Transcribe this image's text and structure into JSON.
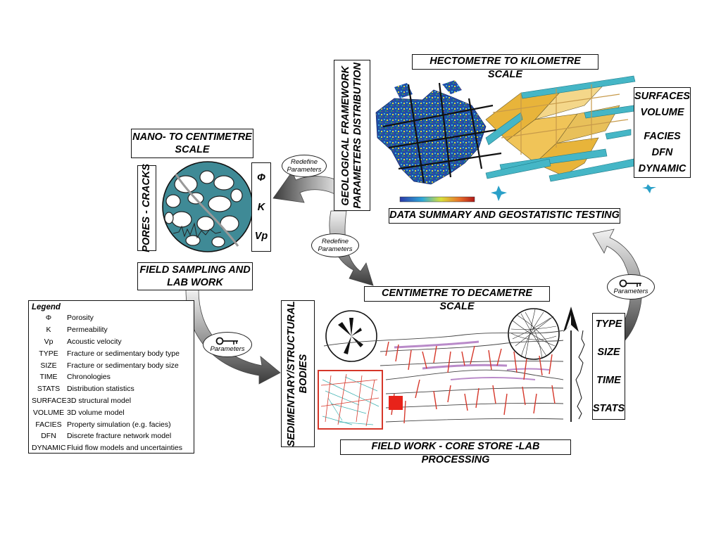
{
  "titles": {
    "hecto": "HECTOMETRE TO KILOMETRE SCALE",
    "nano_line1": "NANO- TO CENTIMETRE",
    "nano_line2": "SCALE",
    "centi": "CENTIMETRE TO DECAMETRE SCALE",
    "data_summary": "DATA SUMMARY AND GEOSTATISTIC TESTING",
    "field_work": "FIELD WORK - CORE STORE -LAB PROCESSING",
    "field_sampling_line1": "FIELD SAMPLING AND",
    "field_sampling_line2": "LAB WORK"
  },
  "vertical_labels": {
    "pores": "PORES - CRACKS",
    "geo_line1": "GEOLOGICAL FRAMEWORK",
    "geo_line2": "PARAMETERS DISTRIBUTION",
    "sed_line1": "SEDIMENTARY/STRUCTURAL",
    "sed_line2": "BODIES"
  },
  "params_nano": [
    "Φ",
    "K",
    "Vp"
  ],
  "params_right_top": [
    "SURFACES",
    "VOLUME",
    "FACIES",
    "DFN",
    "DYNAMIC"
  ],
  "params_right_bottom": [
    "TYPE",
    "SIZE",
    "TIME",
    "STATS"
  ],
  "arrows": {
    "redefine1_line1": "Redefine",
    "redefine1_line2": "Parameters",
    "redefine2_line1": "Redefine",
    "redefine2_line2": "Parameters",
    "parameters_left": "Parameters",
    "parameters_right": "Parameters"
  },
  "legend": {
    "title": "Legend",
    "items": [
      {
        "abbr": "Φ",
        "desc": "Porosity"
      },
      {
        "abbr": "K",
        "desc": "Permeability"
      },
      {
        "abbr": "Vp",
        "desc": "Acoustic velocity"
      },
      {
        "abbr": "TYPE",
        "desc": "Fracture or sedimentary body type"
      },
      {
        "abbr": "SIZE",
        "desc": "Fracture or sedimentary body size"
      },
      {
        "abbr": "TIME",
        "desc": "Chronologies"
      },
      {
        "abbr": "STATS",
        "desc": "Distribution statistics"
      },
      {
        "abbr": "SURFACE",
        "desc": "3D structural model"
      },
      {
        "abbr": "VOLUME",
        "desc": "3D volume model"
      },
      {
        "abbr": "FACIES",
        "desc": "Property simulation (e.g. facies)"
      },
      {
        "abbr": "DFN",
        "desc": "Discrete fracture network model"
      },
      {
        "abbr": "DYNAMIC",
        "desc": "Fluid flow models and uncertainties"
      }
    ]
  },
  "colors": {
    "pore_fill": "#3f8a96",
    "fracture_red": "#d6372a",
    "layer_purple": "#b98ac9",
    "sheet_cyan": "#45b6c6",
    "sheet_yellow": "#e8b43a",
    "heat_blue": "#1f4fa8"
  }
}
